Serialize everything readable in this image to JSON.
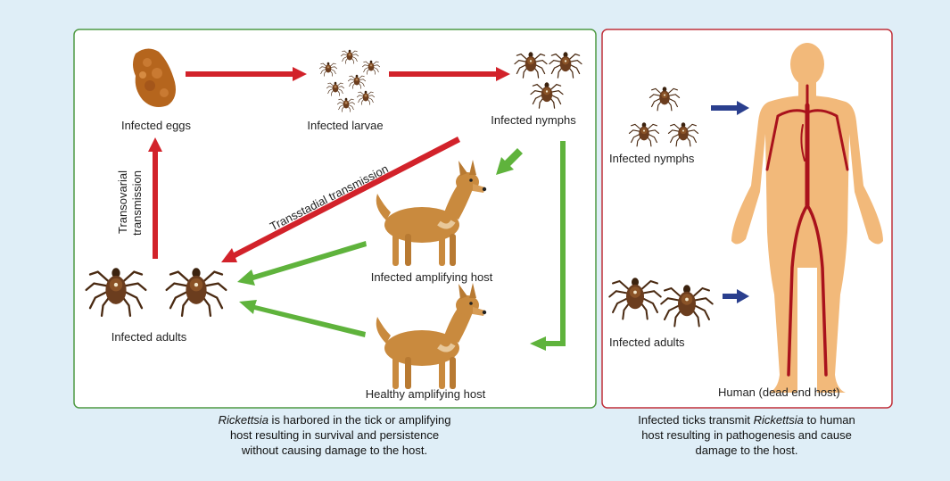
{
  "left_panel": {
    "labels": {
      "eggs": "Infected eggs",
      "larvae": "Infected larvae",
      "nymphs": "Infected nymphs",
      "adults": "Infected adults",
      "infected_host": "Infected amplifying host",
      "healthy_host": "Healthy amplifying host",
      "transovarial_1": "Transovarial",
      "transovarial_2": "transmission",
      "transstadial": "Transstadial transmission"
    },
    "caption": {
      "italic": "Rickettsia",
      "line1_rest": " is harbored in the tick or amplifying",
      "line2": "host resulting in survival and persistence",
      "line3": "without causing damage to the host."
    }
  },
  "right_panel": {
    "labels": {
      "nymphs": "Infected nymphs",
      "adults": "Infected adults",
      "human": "Human (dead end host)"
    },
    "caption": {
      "line1_pre": "Infected ticks transmit ",
      "italic": "Rickettsia",
      "line1_post": " to human",
      "line2": "host resulting in pathogenesis and cause",
      "line3": "damage to the host."
    }
  },
  "colors": {
    "background": "#dfeef7",
    "left_border": "#4f9a43",
    "right_border": "#c0303a",
    "red_arrow": "#d2222a",
    "green_arrow": "#5fb33c",
    "blue_arrow": "#2a3f8e",
    "tick_body": "#6b3d1e",
    "dog": "#c98a3e",
    "human_skin": "#f2b97a",
    "vessel": "#a9121c"
  }
}
